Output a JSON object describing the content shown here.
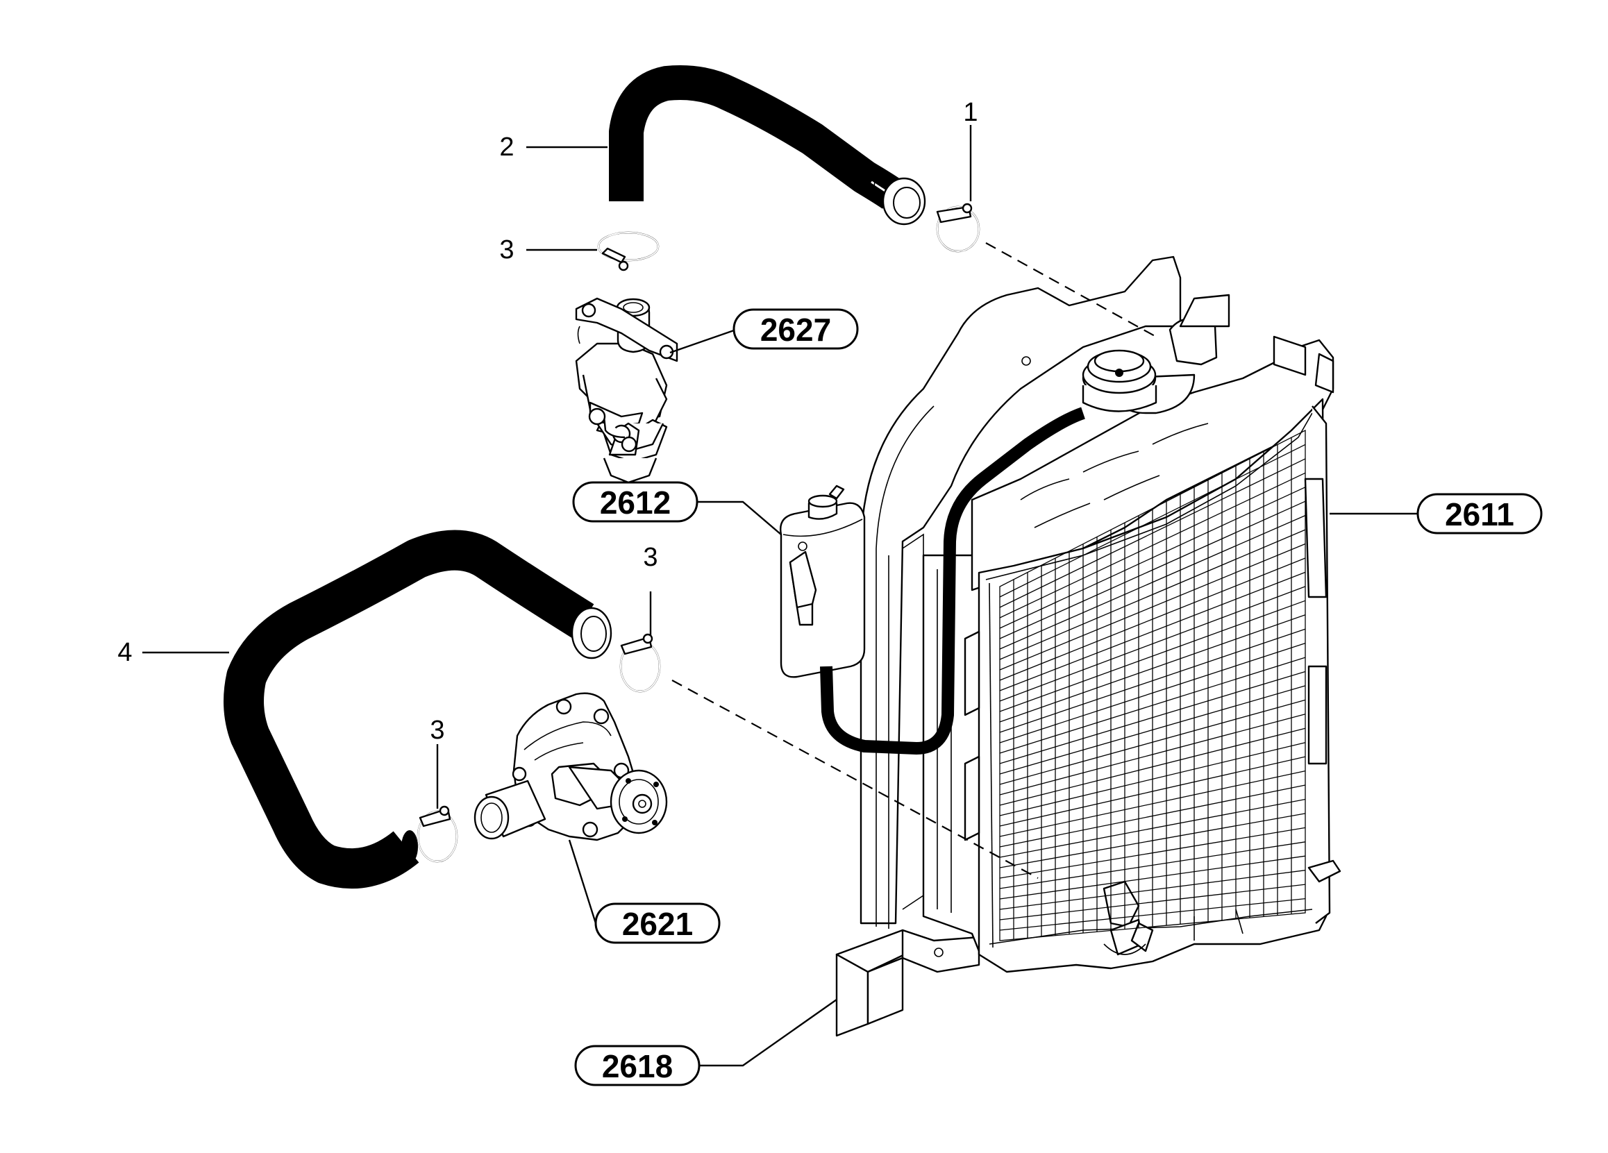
{
  "callouts": [
    {
      "id": "c1",
      "label": "1"
    },
    {
      "id": "c2",
      "label": "2"
    },
    {
      "id": "c3a",
      "label": "3"
    },
    {
      "id": "c3b",
      "label": "3"
    },
    {
      "id": "c3c",
      "label": "3"
    },
    {
      "id": "c4",
      "label": "4"
    }
  ],
  "badges": [
    {
      "id": "b2627",
      "label": "2627"
    },
    {
      "id": "b2612",
      "label": "2612"
    },
    {
      "id": "b2611",
      "label": "2611"
    },
    {
      "id": "b2621",
      "label": "2621"
    },
    {
      "id": "b2618",
      "label": "2618"
    }
  ],
  "colors": {
    "line": "#000000",
    "background": "#ffffff"
  }
}
